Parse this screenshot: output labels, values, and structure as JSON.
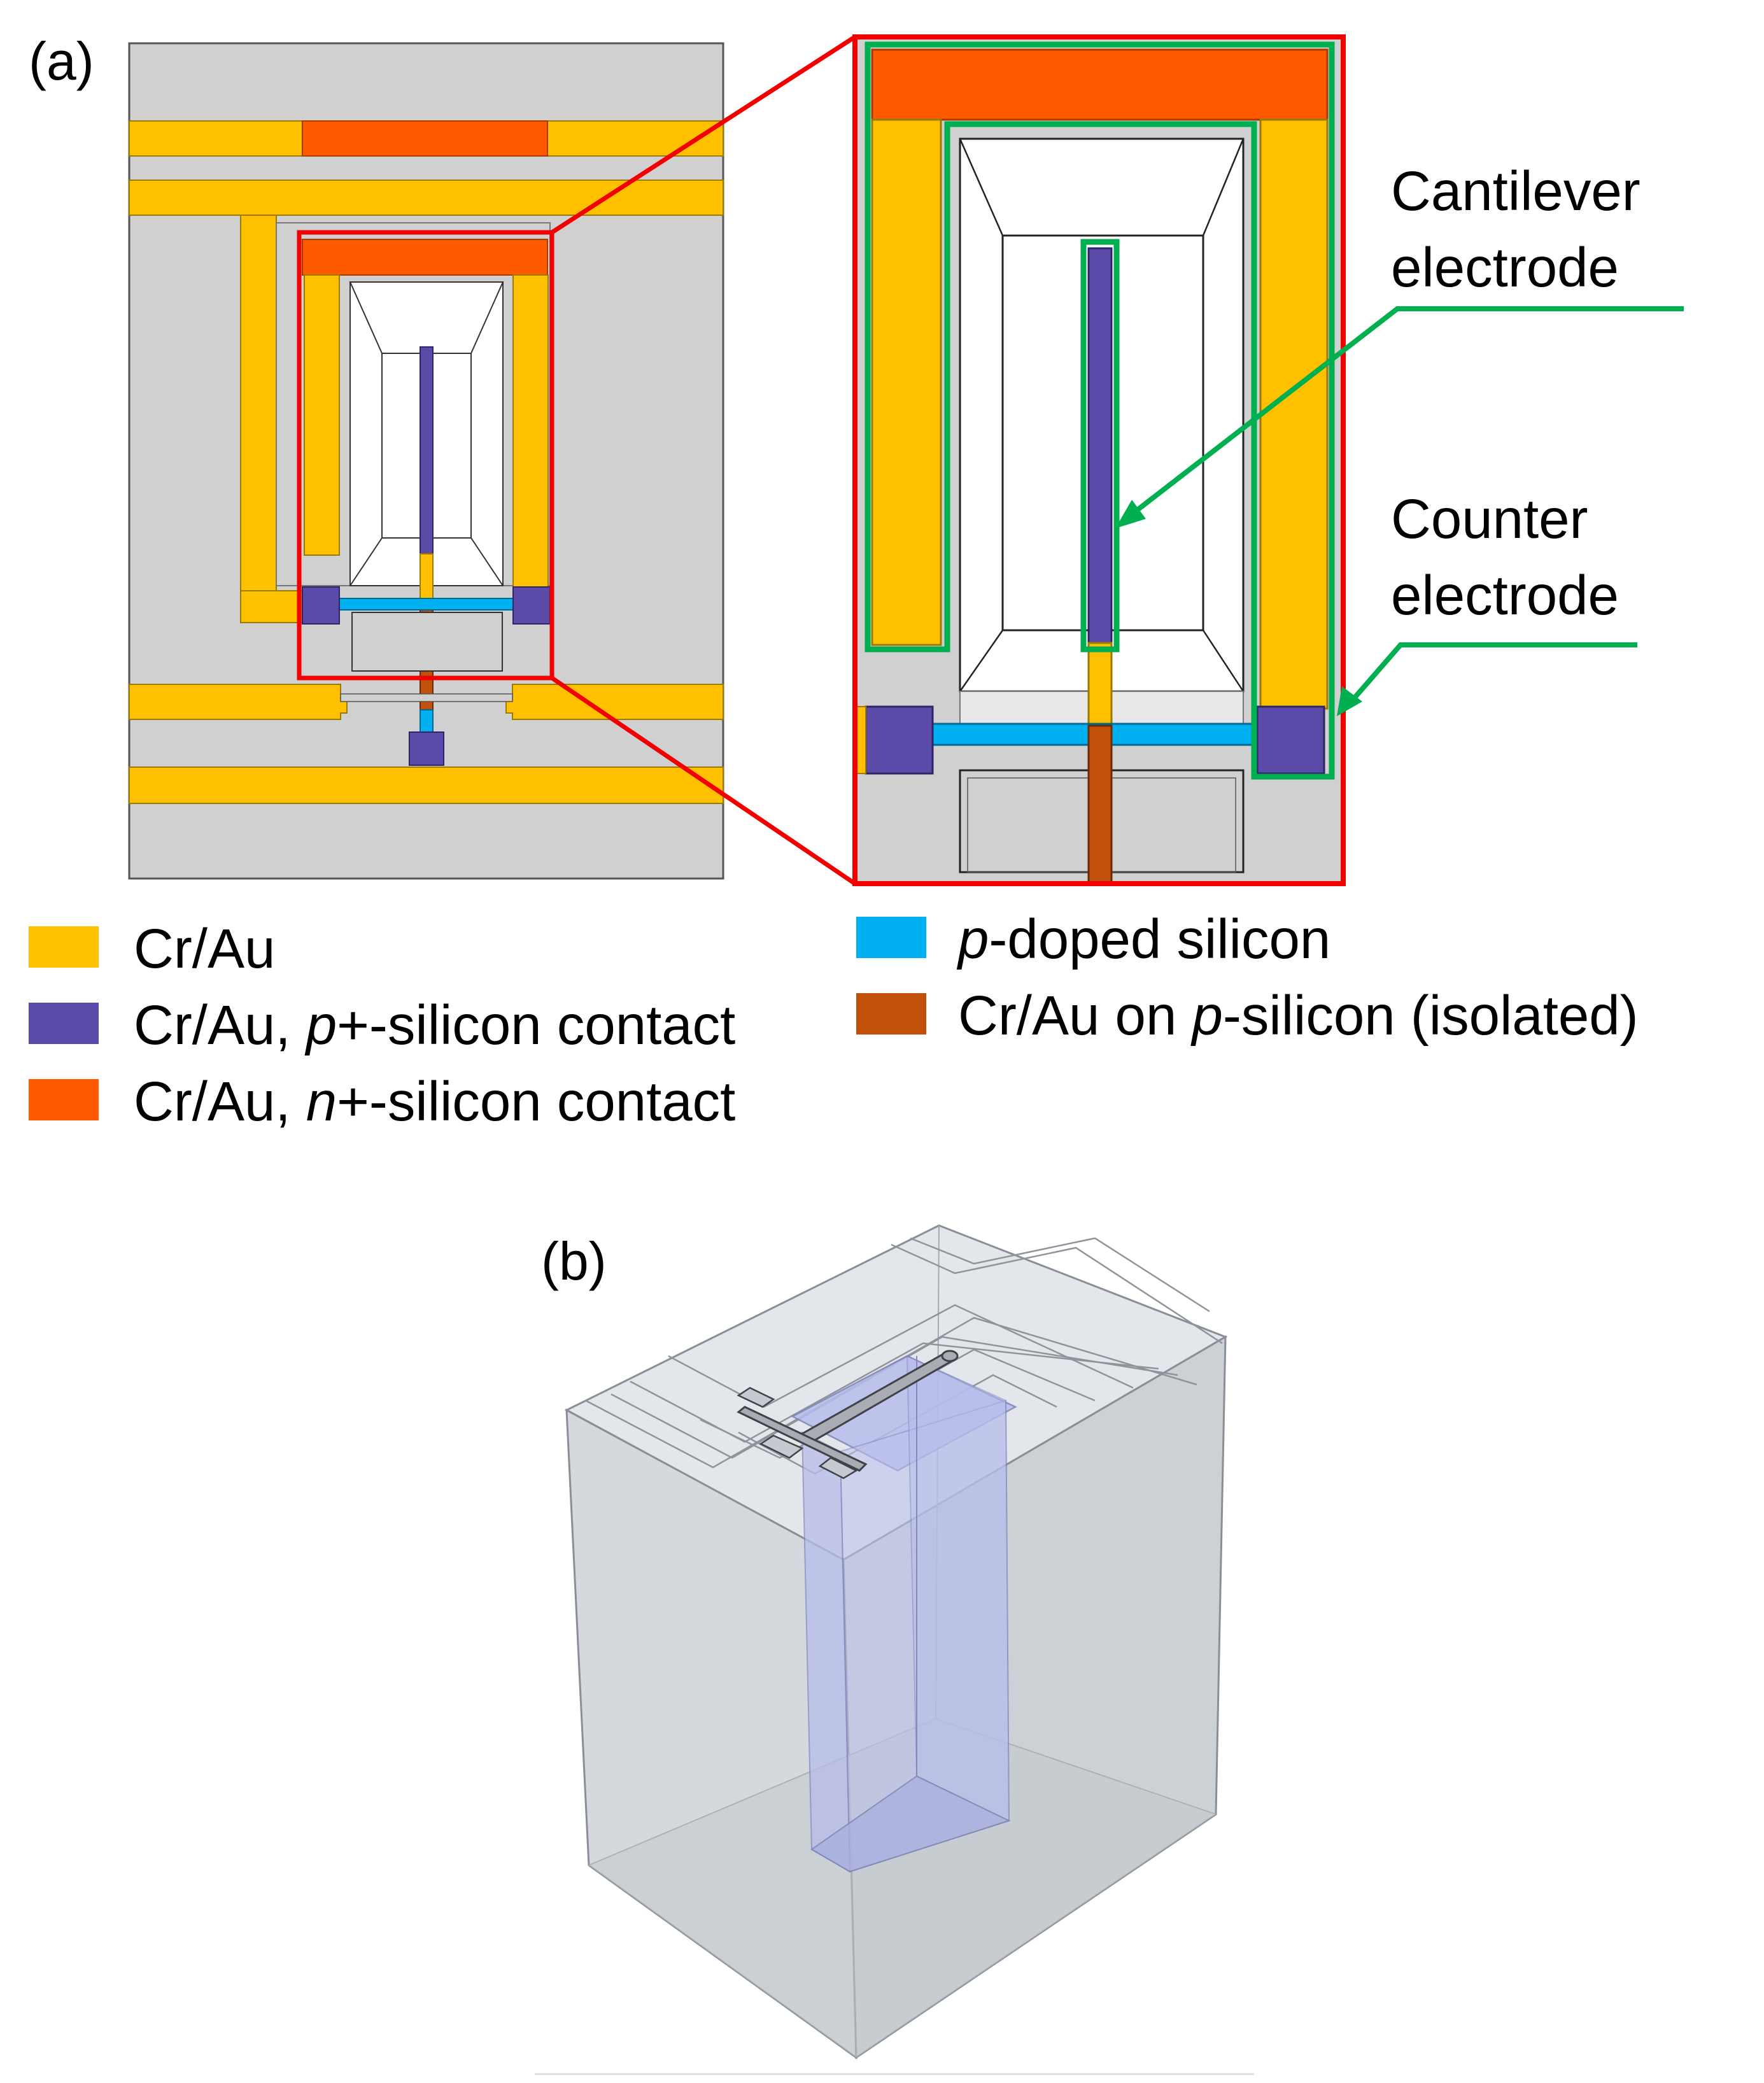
{
  "panels": {
    "a": {
      "label": "(a)",
      "callouts": {
        "cantilever": [
          "Cantilever",
          "electrode"
        ],
        "counter": [
          "Counter",
          "electrode"
        ]
      },
      "legend": [
        {
          "id": "crau",
          "parts": [
            "Cr/Au"
          ],
          "color": "#FFC000"
        },
        {
          "id": "p-contact",
          "parts": [
            "Cr/Au, ",
            "p",
            "+-silicon contact"
          ],
          "italic_part": 1,
          "color": "#5B4AA8"
        },
        {
          "id": "n-contact",
          "parts": [
            "Cr/Au, ",
            "n",
            "+-silicon contact"
          ],
          "italic_part": 1,
          "color": "#FF5A00"
        },
        {
          "id": "p-doped",
          "parts": [
            "",
            "p",
            "-doped silicon"
          ],
          "italic_part": 1,
          "color": "#00B0F0"
        },
        {
          "id": "isolated",
          "parts": [
            "Cr/Au on ",
            "p",
            "-silicon (isolated)"
          ],
          "italic_part": 1,
          "color": "#C0500A"
        }
      ]
    },
    "b": {
      "label": "(b)"
    }
  },
  "colors": {
    "substrate_gray": "#D0D0D0",
    "highlight_red": "#F20000",
    "callout_green": "#00B050",
    "cube_fill": "#D8DDE2",
    "pit_fill": "#B7BDEA"
  }
}
